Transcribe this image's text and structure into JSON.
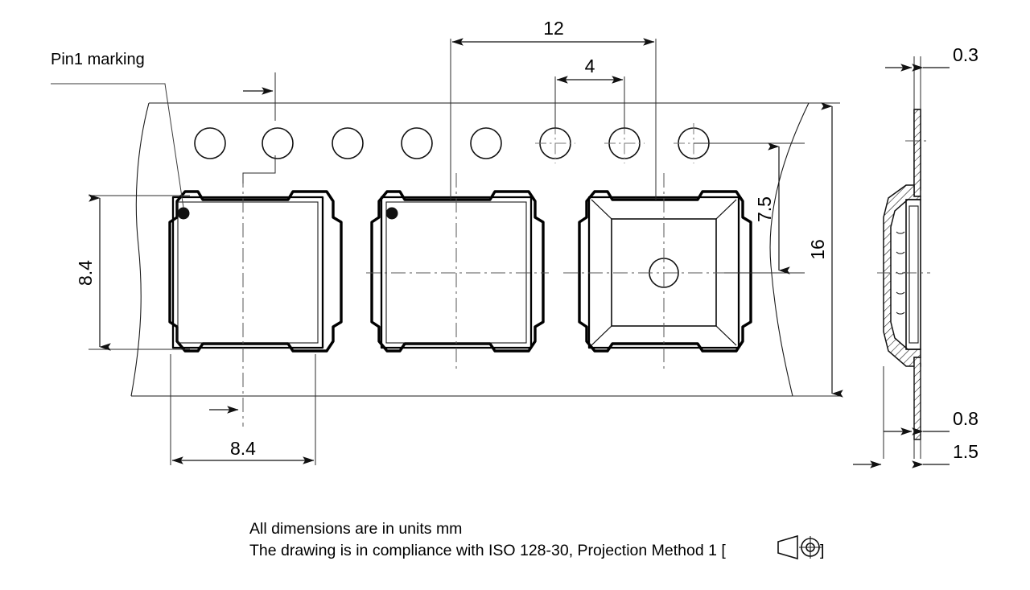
{
  "drawing": {
    "type": "carrier-tape-packaging-drawing",
    "title_label": "Pin1 marking",
    "notes": [
      "All dimensions are in units mm",
      "The drawing is in compliance with ISO 128-30, Projection Method 1 ["
    ],
    "note_suffix": "]",
    "units": "mm",
    "standard": "ISO 128-30",
    "projection_method": "Projection Method 1"
  },
  "dimensions": {
    "pitch_12": "12",
    "sprocket_pitch_4": "4",
    "pocket_height_8_4": "8.4",
    "pocket_width_8_4": "8.4",
    "sprocket_to_center_7_5": "7.5",
    "tape_width_16": "16",
    "cover_thickness_0_3": "0.3",
    "pocket_depth_0_8": "0.8",
    "total_thickness_1_5": "1.5"
  },
  "components": [
    {
      "id": "component-1",
      "has_pin1_dot": true,
      "has_center_hole": false
    },
    {
      "id": "component-2",
      "has_pin1_dot": true,
      "has_center_hole": false
    },
    {
      "id": "component-3",
      "has_pin1_dot": false,
      "has_center_hole": true
    }
  ],
  "sprocket_holes": {
    "count": 8,
    "plain_count": 5,
    "crosshair_count": 3
  },
  "colors": {
    "line": "#000000",
    "thin_line": "#1a1a1a",
    "center_line": "#555555",
    "background": "#ffffff"
  },
  "views": {
    "top_view": "top-view-carrier-tape",
    "section_view": "side-section-view"
  }
}
